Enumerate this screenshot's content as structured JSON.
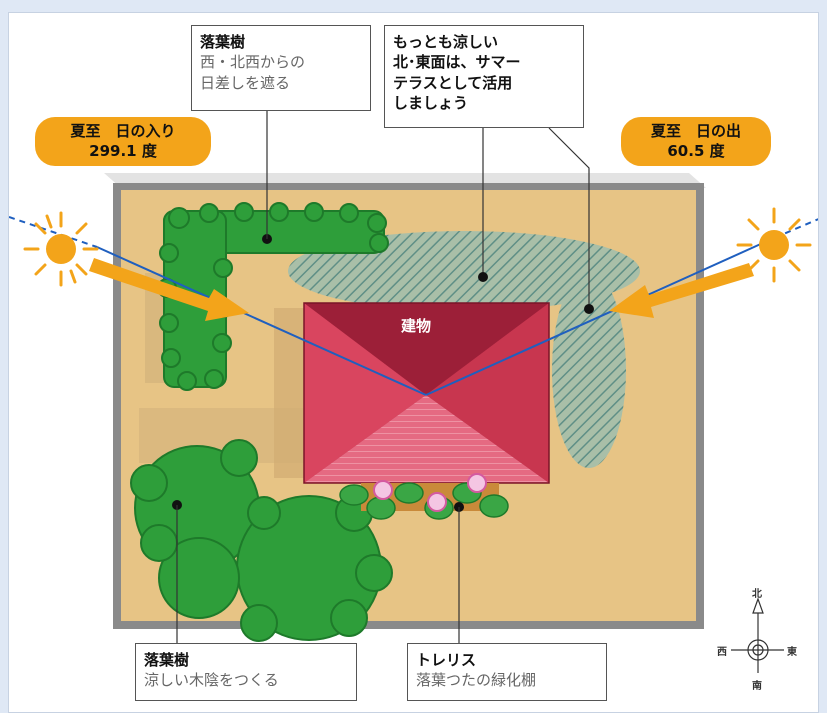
{
  "sun_west": {
    "line1": "夏至　日の入り",
    "line2": "299.1 度"
  },
  "sun_east": {
    "line1": "夏至　日の出",
    "line2": "60.5 度"
  },
  "callout_tree_nw": {
    "title": "落葉樹",
    "sub1": "西・北西からの",
    "sub2": "日差しを遮る"
  },
  "callout_terrace": {
    "line1": "もっとも涼しい",
    "line2": "北･東面は、サマー",
    "line3": "テラスとして活用",
    "line4": "しましょう"
  },
  "callout_tree_sw": {
    "title": "落葉樹",
    "sub": "涼しい木陰をつくる"
  },
  "callout_trellis": {
    "title": "トレリス",
    "sub": "落葉つたの緑化棚"
  },
  "building_label": "建物",
  "compass": {
    "north": "北",
    "south": "南",
    "east": "東",
    "west": "西"
  },
  "colors": {
    "sun_pill": "#f3a41a",
    "ground": "#e7c485",
    "roof": "#d9455f",
    "tree": "#2e9e3a",
    "shade": "#8fb49a"
  }
}
